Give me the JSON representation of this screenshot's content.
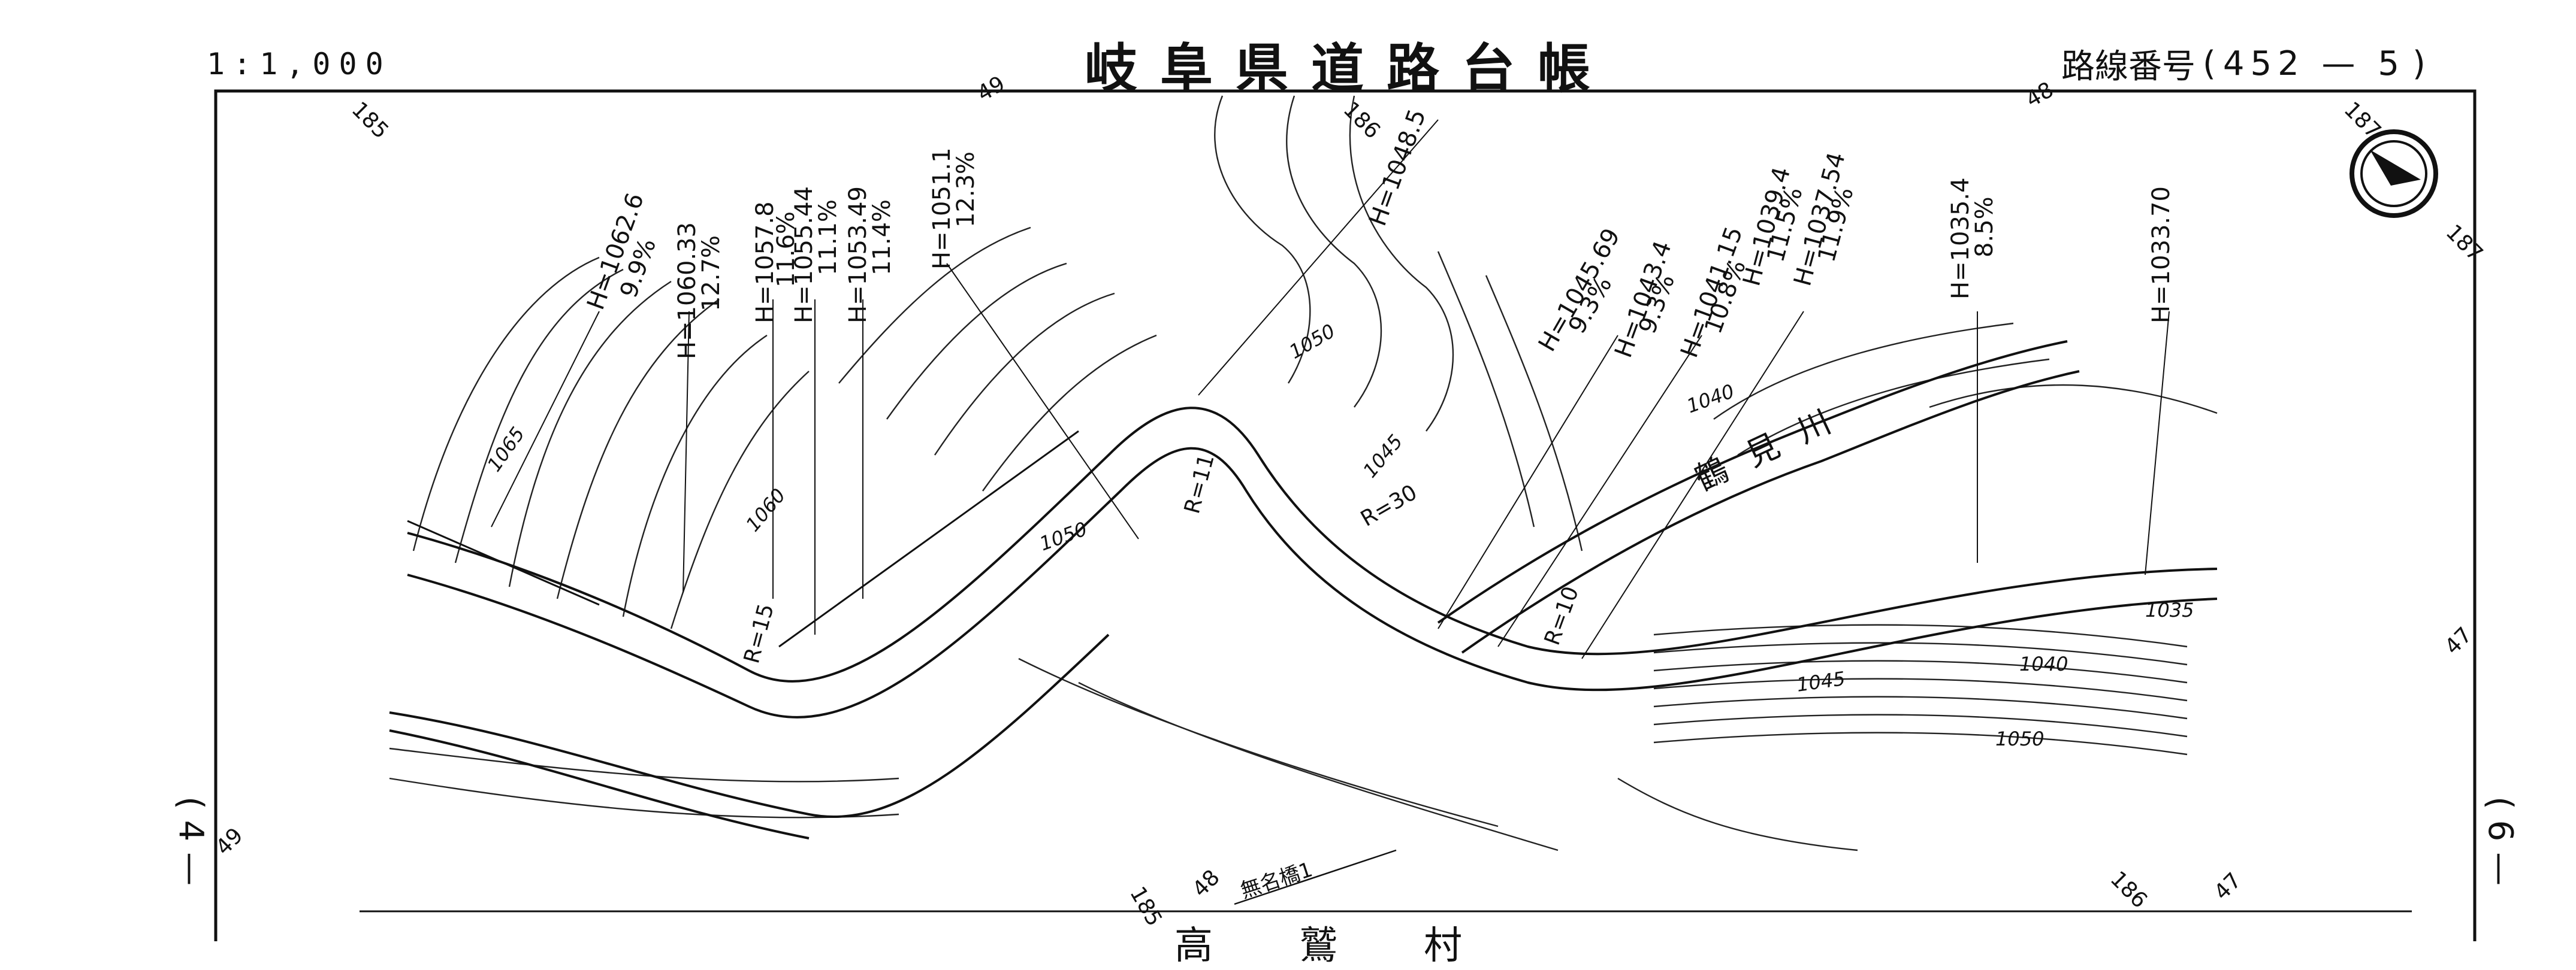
{
  "header": {
    "scale": "1:1,000",
    "title": "岐阜県道路台帳",
    "route_prefix": "路線番号",
    "route_open": "(",
    "route_number": "452 — 5",
    "route_close": ")"
  },
  "page_markers": {
    "left": "( 4 —",
    "right": "( 6 —"
  },
  "elevation_labels": [
    "H=1062.6",
    "9.9%",
    "H=1060.33",
    "12.7%",
    "H=1057.8",
    "11.6%",
    "H=1055.44",
    "11.1%",
    "H=1053.49",
    "11.4%",
    "H=1051.1",
    "12.3%",
    "H=1048.5",
    "H=1045.69",
    "9.3%",
    "H=1043.4",
    "9.3%",
    "H=1041.15",
    "10.8%",
    "H=1039.4",
    "11.5%",
    "H=1037.54",
    "11.9%",
    "H=1035.4",
    "8.5%",
    "H=1033.70"
  ],
  "contour_labels": [
    "1065",
    "1060",
    "1050",
    "1050",
    "1045",
    "1040",
    "1040",
    "1035",
    "1045",
    "1050"
  ],
  "curve_labels": [
    "R=15",
    "R=11",
    "R=30",
    "R=10"
  ],
  "map_text": {
    "river": "鶴見川",
    "bridge": "無名橋1",
    "bottom_partial": "高　鷲　村"
  },
  "grid_ticks": [
    "185",
    "49",
    "186",
    "48",
    "187",
    "187",
    "47",
    "49",
    "185",
    "48",
    "186",
    "47"
  ],
  "colors": {
    "ink": "#111111",
    "paper": "#ffffff"
  }
}
